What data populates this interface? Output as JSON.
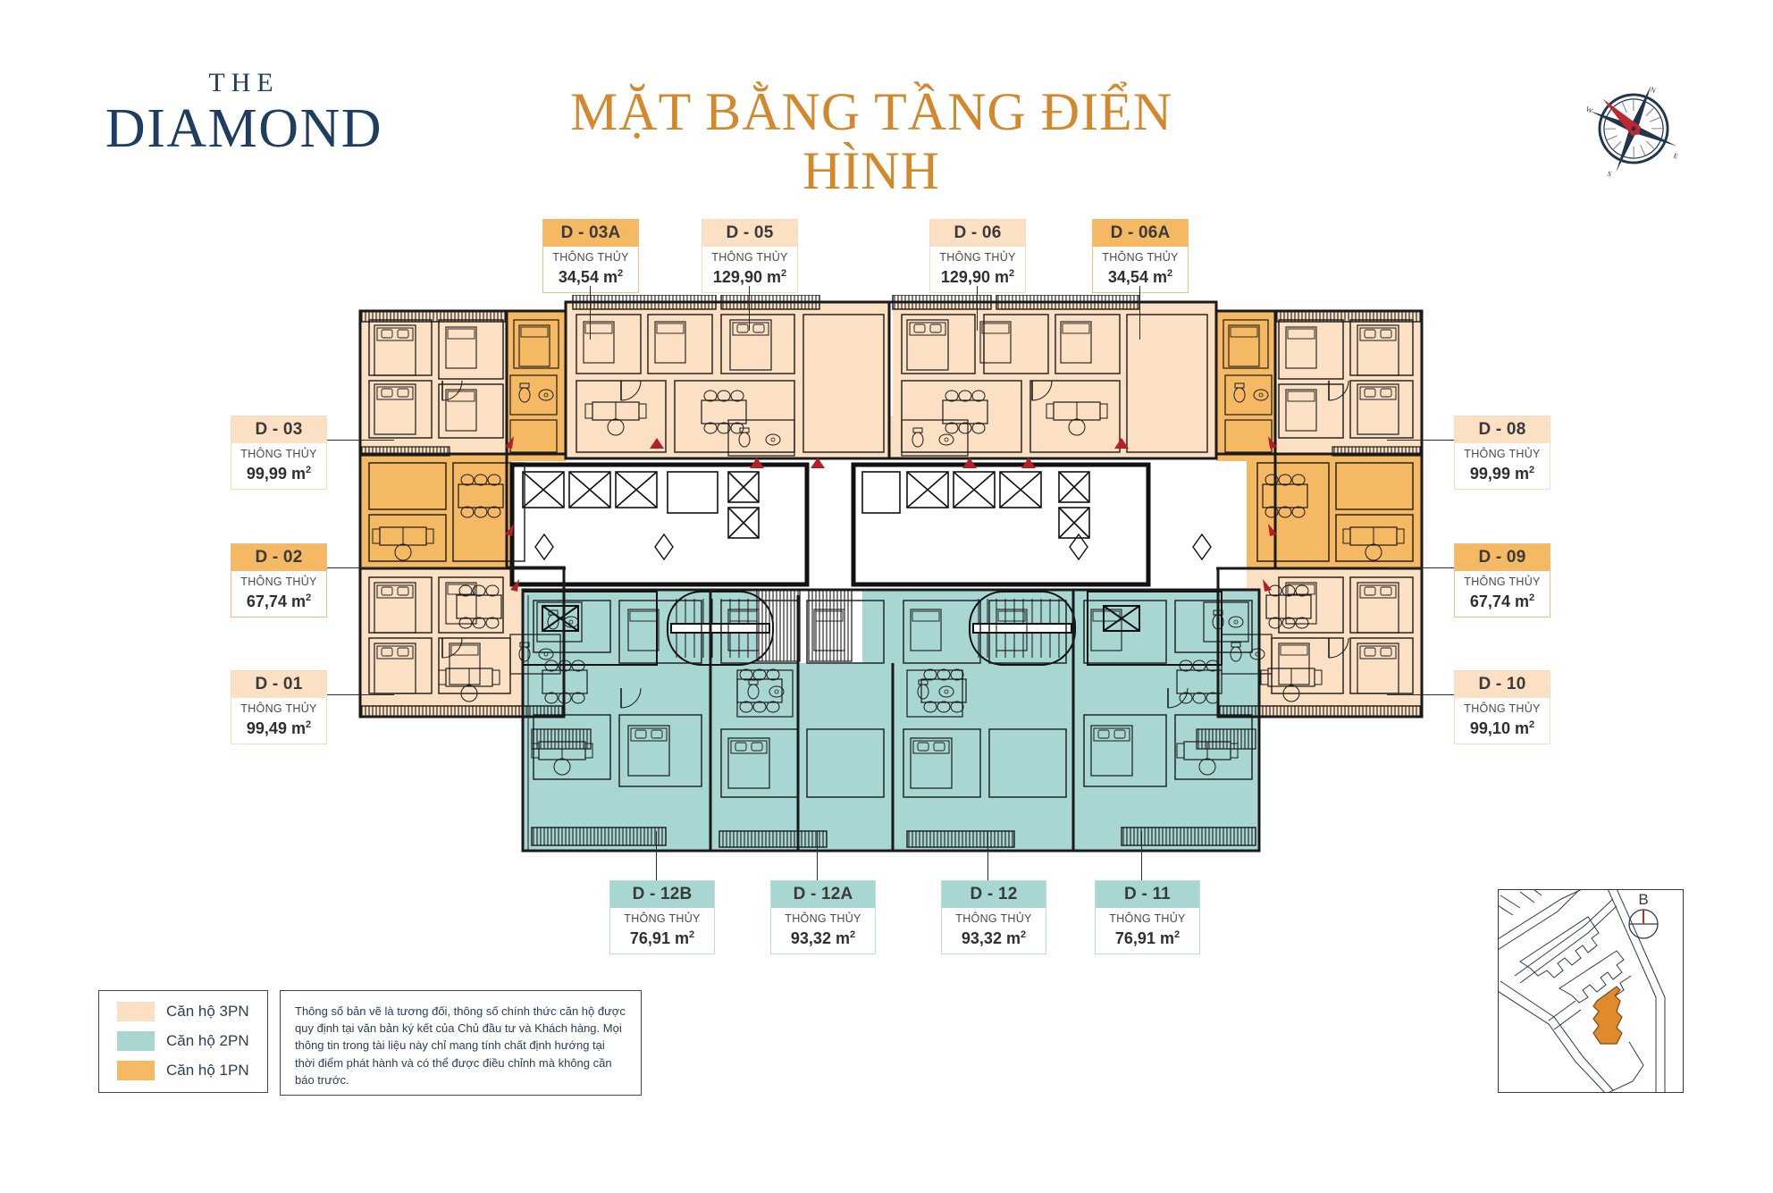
{
  "brand": {
    "line1": "THE",
    "line2": "DIAMOND"
  },
  "header": {
    "title": "MẶT BẰNG TẦNG ĐIỂN HÌNH"
  },
  "icons": {
    "compass": "compass-rose-icon",
    "minimap_north": "north-indicator-icon"
  },
  "units": {
    "common_label": "THÔNG THỦY",
    "top": [
      {
        "code": "D - 03A",
        "sub": "THÔNG THỦY",
        "area": "34,54 m",
        "unit_sup": "2",
        "type": "1PN"
      },
      {
        "code": "D - 05",
        "sub": "THÔNG THỦY",
        "area": "129,90 m",
        "unit_sup": "2",
        "type": "3PN"
      },
      {
        "code": "D - 06",
        "sub": "THÔNG THỦY",
        "area": "129,90 m",
        "unit_sup": "2",
        "type": "3PN"
      },
      {
        "code": "D - 06A",
        "sub": "THÔNG THỦY",
        "area": "34,54 m",
        "unit_sup": "2",
        "type": "1PN"
      }
    ],
    "left": [
      {
        "code": "D - 03",
        "sub": "THÔNG THỦY",
        "area": "99,99 m",
        "unit_sup": "2",
        "type": "3PN"
      },
      {
        "code": "D - 02",
        "sub": "THÔNG THỦY",
        "area": "67,74 m",
        "unit_sup": "2",
        "type": "1PN"
      },
      {
        "code": "D - 01",
        "sub": "THÔNG THỦY",
        "area": "99,49 m",
        "unit_sup": "2",
        "type": "3PN"
      }
    ],
    "right": [
      {
        "code": "D - 08",
        "sub": "THÔNG THỦY",
        "area": "99,99 m",
        "unit_sup": "2",
        "type": "3PN"
      },
      {
        "code": "D - 09",
        "sub": "THÔNG THỦY",
        "area": "67,74 m",
        "unit_sup": "2",
        "type": "1PN"
      },
      {
        "code": "D - 10",
        "sub": "THÔNG THỦY",
        "area": "99,10 m",
        "unit_sup": "2",
        "type": "3PN"
      }
    ],
    "bottom": [
      {
        "code": "D - 12B",
        "sub": "THÔNG THỦY",
        "area": "76,91 m",
        "unit_sup": "2",
        "type": "2PN"
      },
      {
        "code": "D - 12A",
        "sub": "THÔNG THỦY",
        "area": "93,32 m",
        "unit_sup": "2",
        "type": "2PN"
      },
      {
        "code": "D - 12",
        "sub": "THÔNG THỦY",
        "area": "93,32 m",
        "unit_sup": "2",
        "type": "2PN"
      },
      {
        "code": "D - 11",
        "sub": "THÔNG THỦY",
        "area": "76,91 m",
        "unit_sup": "2",
        "type": "2PN"
      }
    ]
  },
  "legend": {
    "items": [
      {
        "label": "Căn hộ 3PN",
        "color": "#fbe0c4"
      },
      {
        "label": "Căn hộ 2PN",
        "color": "#a8d6d3"
      },
      {
        "label": "Căn hộ 1PN",
        "color": "#f5b963"
      }
    ]
  },
  "disclaimer": {
    "text": "Thông số bản vẽ là tương đối, thông số chính thức căn hộ được quy định tại văn bản ký kết của Chủ đầu tư và Khách hàng. Mọi thông tin trong tài liệu này chỉ mang tính chất định hướng tại thời điểm phát hành và có thể được điều chỉnh mà không cần báo trước."
  },
  "minimap": {
    "north_label": "B"
  },
  "colors": {
    "brand_navy": "#1f3c61",
    "title_gold": "#d4882c",
    "apt_3pn": "#fbe0c4",
    "apt_2pn": "#a8d6d3",
    "apt_1pn": "#f5b963",
    "marker_red": "#b51f2a"
  }
}
